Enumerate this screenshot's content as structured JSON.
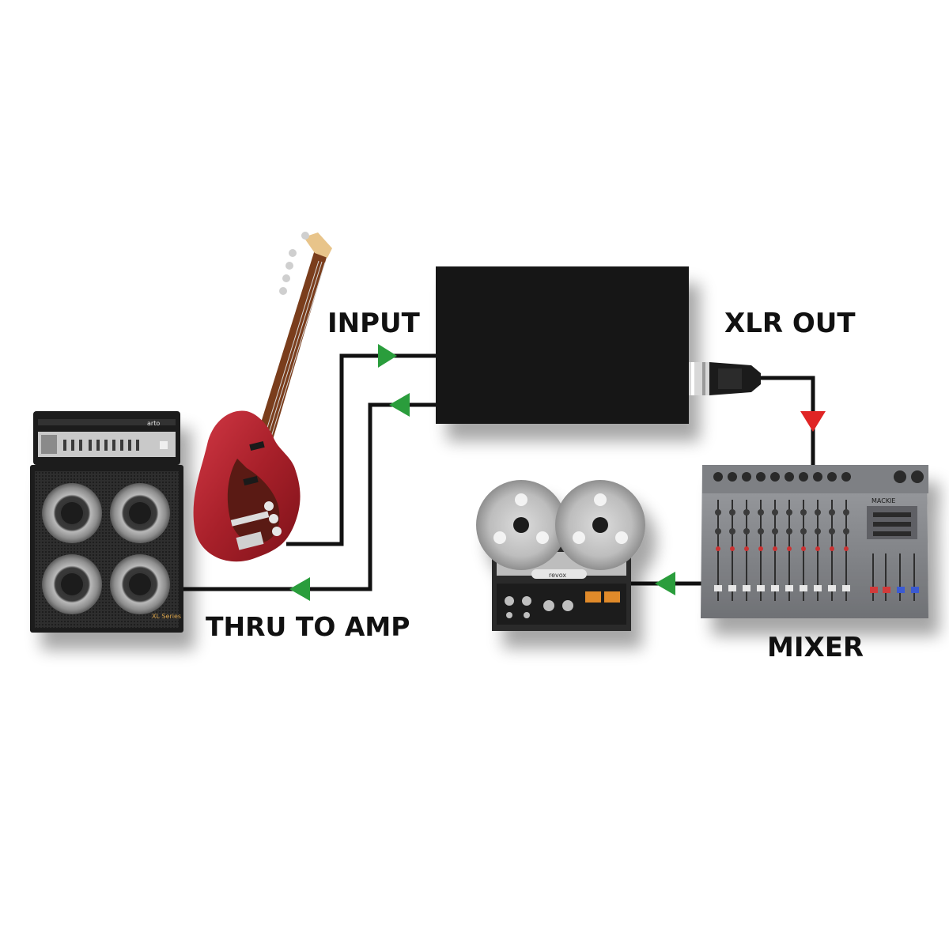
{
  "labels": {
    "input": "INPUT",
    "xlr_out": "XLR OUT",
    "thru_to_amp": "THRU TO AMP",
    "mixer": "MIXER"
  },
  "device_text": {
    "amp_head_brand": "arto",
    "cabinet_badge": "XL Series",
    "mixer_brand": "MACKIE",
    "tape_brand": "revox"
  },
  "colors": {
    "cable": "#111111",
    "flow_arrow": "#2a9d3c",
    "output_arrow": "#e02525",
    "di_box": "#131313",
    "guitar_body": "#b3202a",
    "pickguard": "#5a1a14"
  },
  "icons": {
    "flow": "arrow-triangle-icon",
    "di_box": "di-box-icon",
    "bass": "bass-guitar-icon",
    "amp": "bass-amp-stack-icon",
    "tape": "reel-to-reel-icon",
    "mixer": "mixing-console-icon",
    "xlr": "xlr-connector-icon"
  }
}
